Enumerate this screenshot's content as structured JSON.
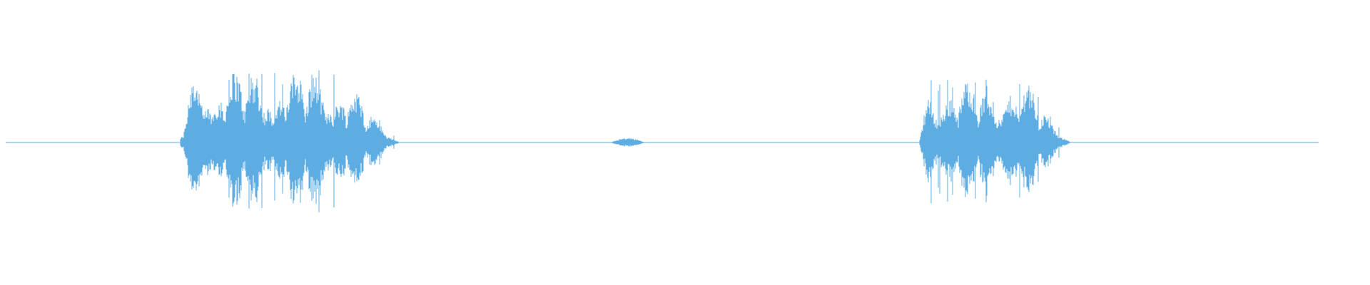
{
  "waveform": {
    "color": "#5dade2",
    "background": "#ffffff",
    "segments": [
      {
        "kind": "speech",
        "amplitude": 0.95
      },
      {
        "kind": "blip",
        "amplitude": 0.06
      },
      {
        "kind": "speech",
        "amplitude": 0.8
      }
    ]
  }
}
